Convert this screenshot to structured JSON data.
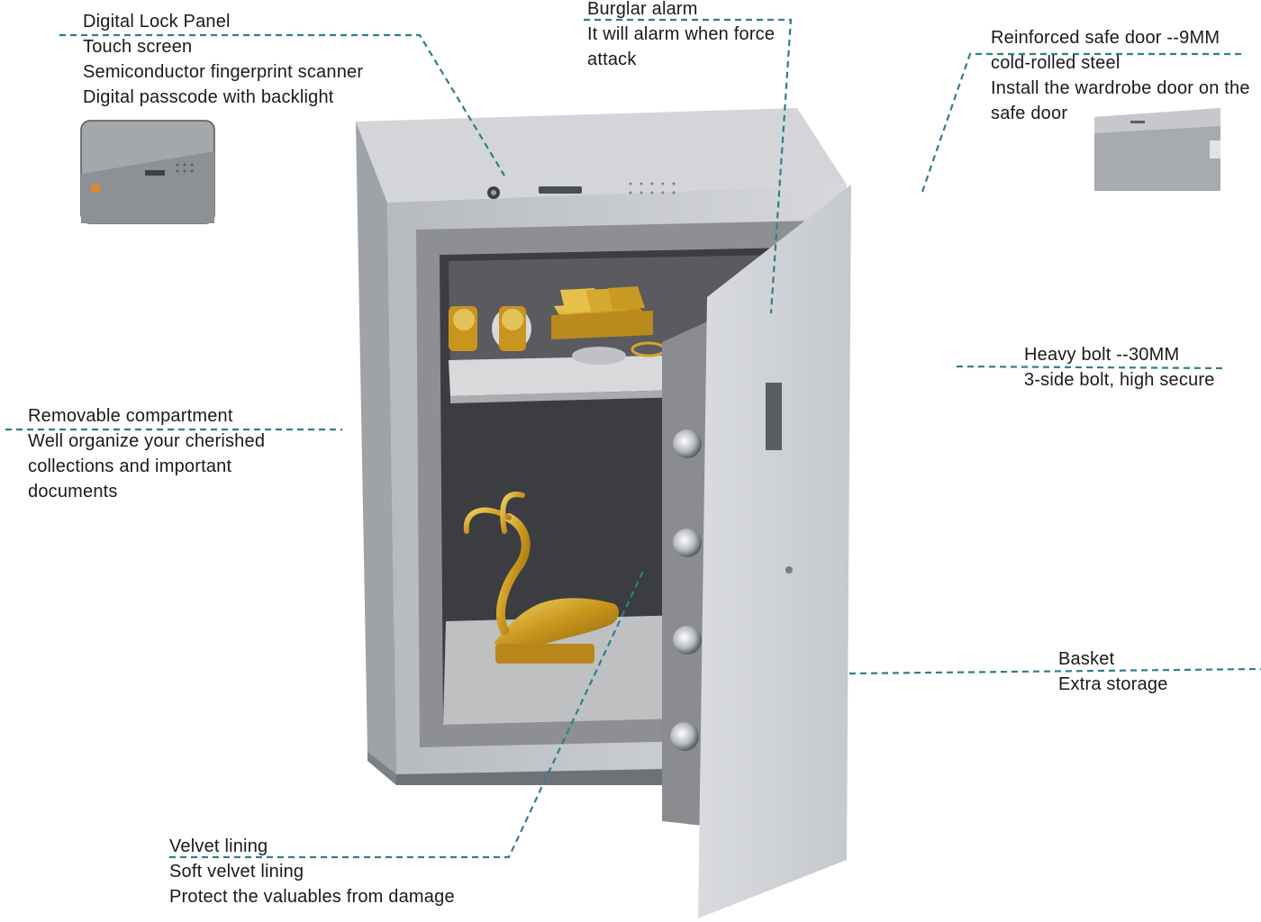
{
  "callouts": {
    "lock_panel": {
      "title": "Digital Lock Panel",
      "lines": [
        "Touch screen",
        "Semiconductor fingerprint scanner",
        "Digital passcode with backlight"
      ]
    },
    "burglar_alarm": {
      "title": "Burglar alarm",
      "lines": [
        "It will alarm when force",
        "attack"
      ]
    },
    "safe_door": {
      "title": "Reinforced safe door --9MM",
      "lines": [
        "cold-rolled steel",
        "Install the wardrobe door on the",
        "safe door"
      ]
    },
    "heavy_bolt": {
      "title": "Heavy bolt --30MM",
      "lines": [
        "3-side bolt, high secure"
      ]
    },
    "compartment": {
      "title": "Removable compartment",
      "lines": [
        "Well organize your cherished",
        "collections and important",
        "documents"
      ]
    },
    "basket": {
      "title": "Basket",
      "lines": [
        "Extra storage"
      ]
    },
    "velvet": {
      "title": "Velvet lining",
      "lines": [
        "Soft velvet lining",
        "Protect the valuables from damage"
      ]
    }
  },
  "colors": {
    "leader_line": "#2f7f8a",
    "safe_body": "#c9ccd1",
    "interior": "#3a3a3c",
    "gold": "#d4a62a"
  }
}
